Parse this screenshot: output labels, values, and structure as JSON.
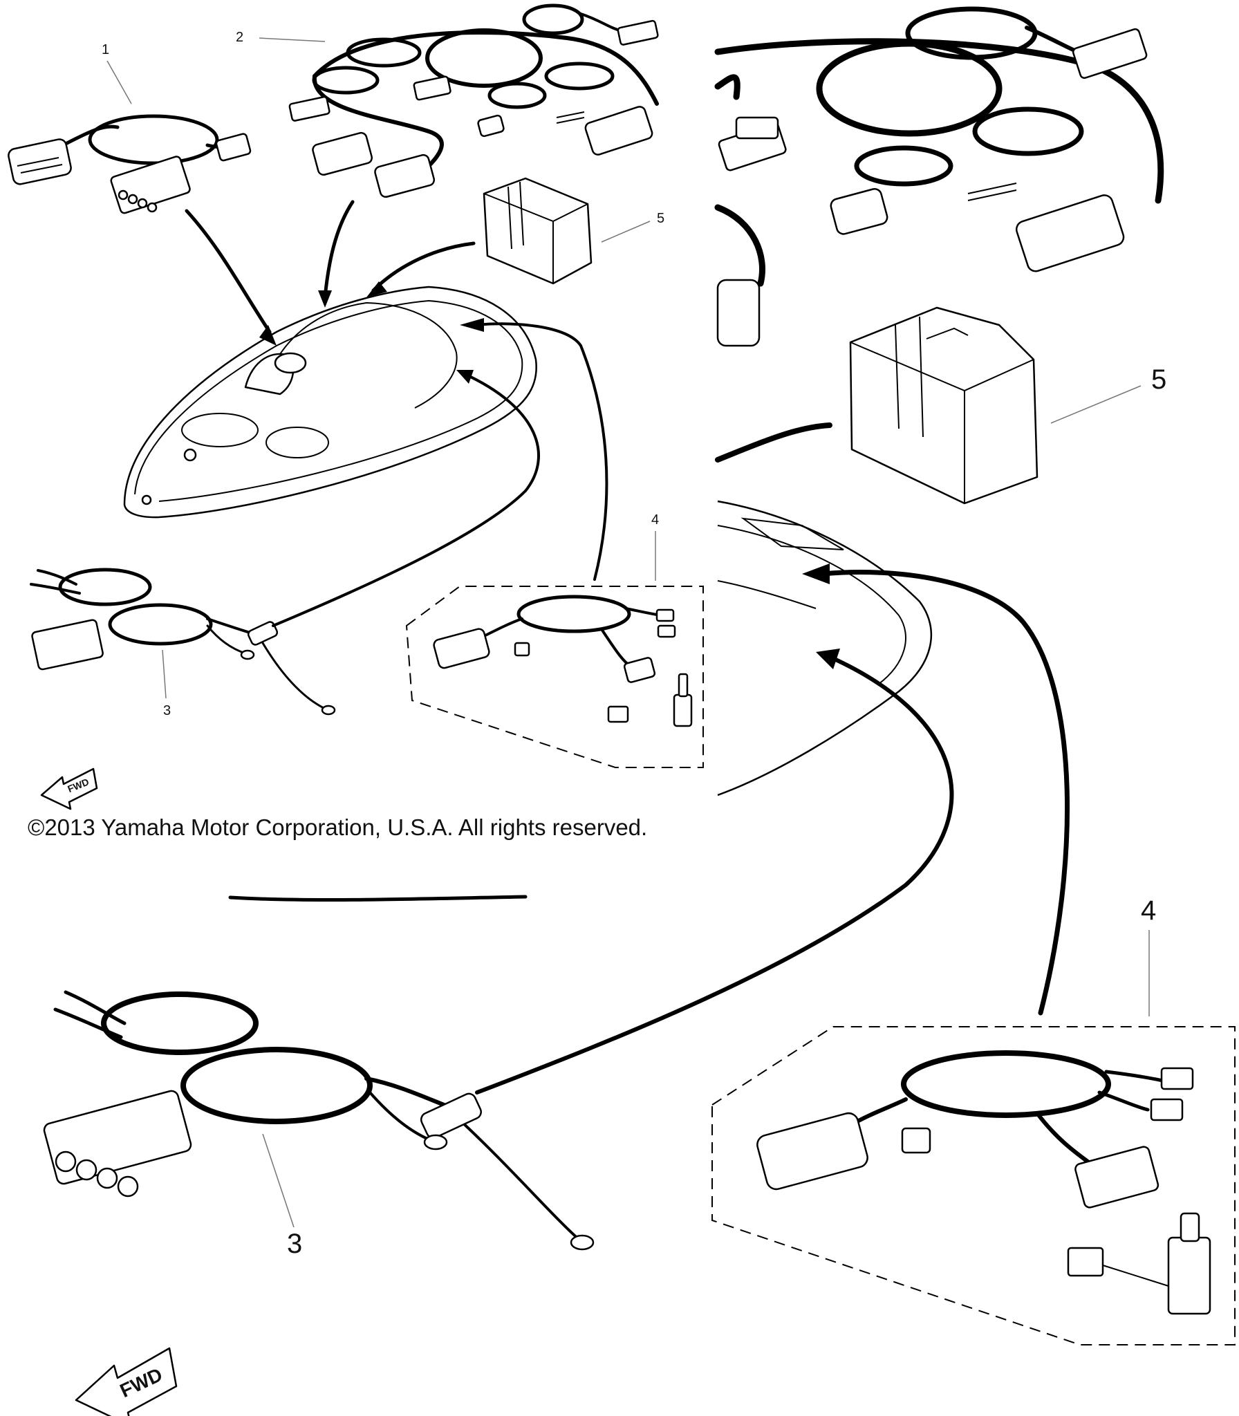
{
  "diagram": {
    "callouts": {
      "small": {
        "c1": "1",
        "c2": "2",
        "c3": "3",
        "c4": "4",
        "c5": "5"
      },
      "large": {
        "c3": "3",
        "c4": "4",
        "c5": "5"
      }
    },
    "fwd_label": "FWD",
    "copyright": "©2013 Yamaha Motor Corporation, U.S.A. All rights reserved."
  }
}
